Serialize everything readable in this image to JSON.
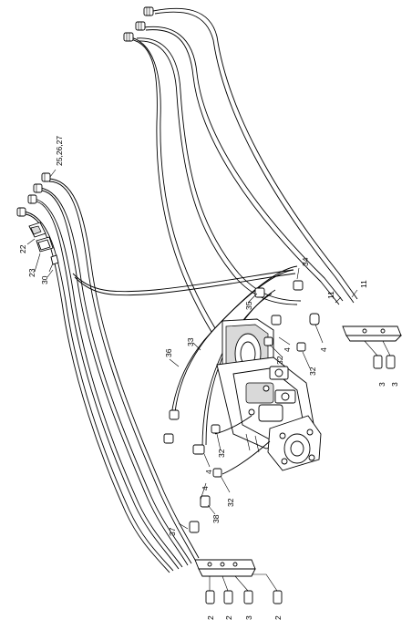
{
  "diagram": {
    "callouts": {
      "c25_26_27": "25,26,27",
      "c22": "22",
      "c23": "23",
      "c30": "30",
      "c34": "34",
      "c11_a": "11",
      "c11_b": "11",
      "c35": "35",
      "c36": "36",
      "c33": "33",
      "c4_a": "4",
      "c4_b": "4",
      "c4_c": "4",
      "c4_d": "4",
      "c32_a": "32",
      "c32_b": "32",
      "c32_c": "32",
      "c32_d": "32",
      "c3_a": "3",
      "c3_b": "3",
      "c37": "37",
      "c38": "38",
      "c2_a": "2",
      "c2_b": "2",
      "c3_c": "3",
      "c2_c": "2"
    }
  }
}
